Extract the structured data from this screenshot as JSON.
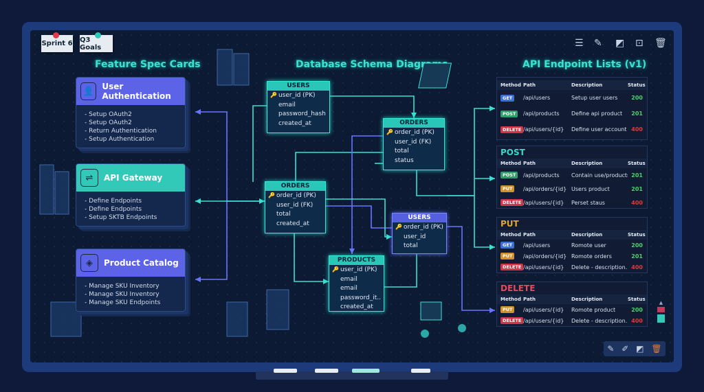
{
  "sticky_notes": [
    {
      "label": "Sprint 6"
    },
    {
      "label": "Q3 Goals"
    }
  ],
  "sections": {
    "feature": "Feature Spec Cards",
    "database": "Database Schema Diagrams",
    "api": "API Endpoint Lists (v1)"
  },
  "toolbar_icons": [
    "list-icon",
    "pen-icon",
    "eraser-icon",
    "chart-icon",
    "trash-icon"
  ],
  "feature_cards": [
    {
      "title": "User Authentication",
      "icon": "user-shield-icon",
      "color": "#5c63e6",
      "items": [
        "Setup OAuth2",
        "Setup OAuth2",
        "Return Authentication",
        "Setup Authentication"
      ]
    },
    {
      "title": "API Gateway",
      "icon": "gateway-icon",
      "color": "#33c9b8",
      "items": [
        "Define Endpoints",
        "Define Endpoints",
        "Setup SKTB Endpoints"
      ]
    },
    {
      "title": "Product Catalog",
      "icon": "box-icon",
      "color": "#5c63e6",
      "items": [
        "Manage SKU Inventory",
        "Manage SKU Inventory",
        "Manage SKU Endpoints"
      ]
    }
  ],
  "db_tables": [
    {
      "name": "USERS",
      "rows": [
        "user_id (PK)",
        "email",
        "password_hash",
        "created_at"
      ]
    },
    {
      "name": "ORDERS",
      "rows": [
        "order_id (PK)",
        "user_id (FK)",
        "total",
        "status"
      ]
    },
    {
      "name": "ORDERS",
      "rows": [
        "order_id (PK)",
        "user_id (FK)",
        "total",
        "created_at"
      ]
    },
    {
      "name": "USERS",
      "rows": [
        "order_id (PK)",
        "user_id",
        "total"
      ]
    },
    {
      "name": "PRODUCTS",
      "rows": [
        "user_id (PK)",
        "email",
        "email",
        "password_it..",
        "created_at"
      ]
    }
  ],
  "api_panels": [
    {
      "title": "",
      "title_color": "#3fd6c8",
      "columns": [
        "Method",
        "Path",
        "Description",
        "Status"
      ],
      "rows": [
        [
          "GET",
          "/api/users",
          "Setup user users",
          "200"
        ],
        [
          "POST",
          "/api/products",
          "Define api product",
          "201"
        ],
        [
          "DELETE",
          "/api/users/{id}",
          "Define user account",
          "400"
        ]
      ]
    },
    {
      "title": "POST",
      "title_color": "#3fd6c8",
      "columns": [
        "Method",
        "Path",
        "Description",
        "Status"
      ],
      "rows": [
        [
          "POST",
          "/api/products",
          "Contain use/products",
          "201"
        ],
        [
          "PUT",
          "/api/orders/{id}",
          "Users product",
          "201"
        ],
        [
          "DELETE",
          "/api/users/{id}",
          "Perset staus",
          "400"
        ]
      ]
    },
    {
      "title": "PUT",
      "title_color": "#e0a43a",
      "columns": [
        "Method",
        "Path",
        "Description",
        "Status"
      ],
      "rows": [
        [
          "GET",
          "/api/users",
          "Romote user",
          "200"
        ],
        [
          "PUT",
          "/api/orders/{id}",
          "Romote orders",
          "201"
        ],
        [
          "DELETE",
          "/api/users/{id}",
          "Delete - description...",
          "400"
        ]
      ]
    },
    {
      "title": "DELETE",
      "title_color": "#e8485a",
      "columns": [
        "Method",
        "Path",
        "Description",
        "Status"
      ],
      "rows": [
        [
          "PUT",
          "/api/users/{id}",
          "Romote product",
          "200"
        ],
        [
          "DELETE",
          "/api/users/{id}",
          "Delete - description...",
          "400"
        ]
      ]
    }
  ],
  "bottom_tools": [
    "pen-icon",
    "pen-icon",
    "eraser-icon",
    "trash-icon"
  ],
  "colors": {
    "accent_teal": "#3fe0d0",
    "accent_blue": "#5c63e6",
    "status_ok": "#43d36a",
    "status_err": "#e03a3a"
  }
}
